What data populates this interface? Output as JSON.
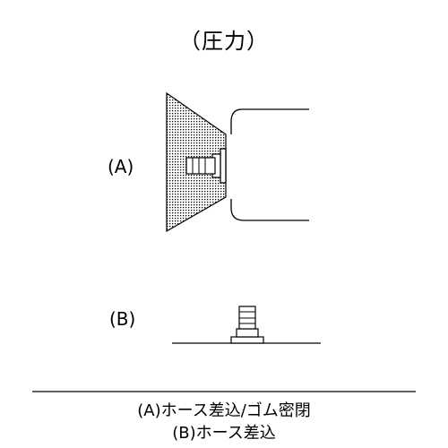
{
  "title": "（圧力）",
  "labels": {
    "a": "(A)",
    "b": "(B)"
  },
  "caption": {
    "line1": "(A)ホース差込/ゴム密閉",
    "line2": "(B)ホース差込"
  }
}
